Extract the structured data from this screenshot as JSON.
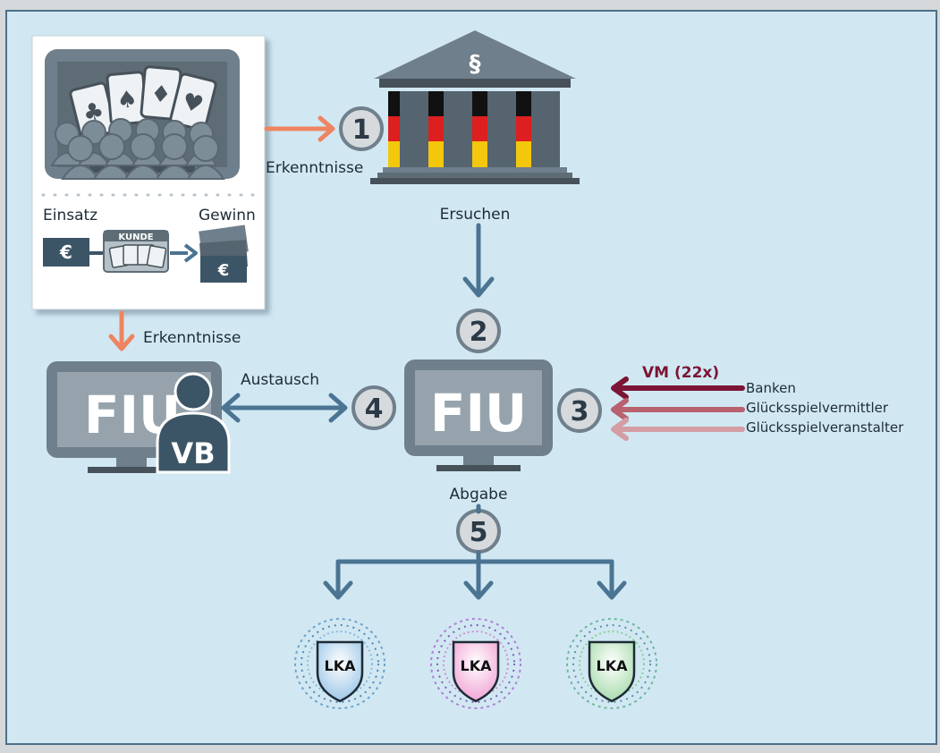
{
  "labels": {
    "erkenntnisse_top": "Erkenntnisse",
    "ersuchen": "Ersuchen",
    "erkenntnisse_left": "Erkenntnisse",
    "austausch": "Austausch",
    "abgabe": "Abgabe",
    "einsatz": "Einsatz",
    "gewinn": "Gewinn",
    "kunde": "KUNDE",
    "euro": "€",
    "section": "§"
  },
  "steps": [
    "1",
    "2",
    "3",
    "4",
    "5"
  ],
  "fiu": {
    "left_label": "FIU",
    "vb_label": "VB",
    "center_label": "FIU"
  },
  "vm": {
    "title": "VM (22x)",
    "sources": [
      "Banken",
      "Glücksspielvermittler",
      "Glücksspielveranstalter"
    ]
  },
  "lka": [
    {
      "label": "LKA",
      "accent": "#9ec7e8"
    },
    {
      "label": "LKA",
      "accent": "#f2a6d6"
    },
    {
      "label": "LKA",
      "accent": "#a9dcae"
    }
  ],
  "colors": {
    "background": "#d1e8f3",
    "frame": "#4d6f87",
    "arrow_blue": "#4b7493",
    "arrow_orange": "#ee8560",
    "monitor": "#6f7f8b",
    "monitor_dark": "#46515a",
    "vm_dark": "#7c1535",
    "vm_mid": "#b8616f",
    "vm_light": "#d49da3"
  }
}
